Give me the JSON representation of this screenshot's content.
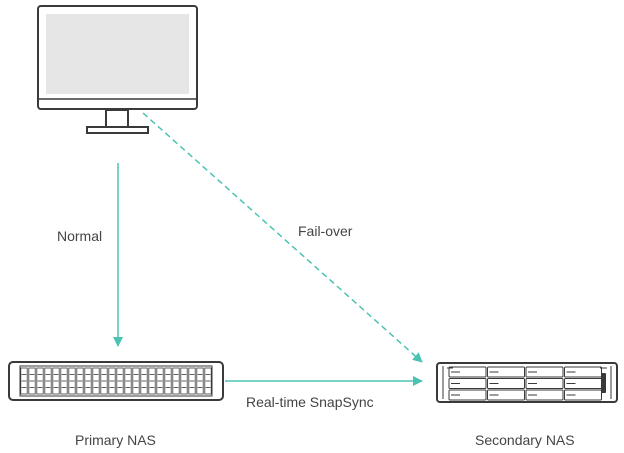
{
  "labels": {
    "normal": "Normal",
    "failover": "Fail-over",
    "snapsync": "Real-time SnapSync",
    "primary_nas": "Primary NAS",
    "secondary_nas": "Secondary NAS"
  },
  "icons": {
    "client": "desktop-monitor-icon",
    "primary": "rack-nas-primary-icon",
    "secondary": "rack-nas-secondary-icon"
  },
  "colors": {
    "arrow": "#4cc3b2",
    "device_outline": "#3a3a3a",
    "screen_fill": "#e6e6e6",
    "label_text": "#444444"
  },
  "edges": [
    {
      "from": "Client PC",
      "to": "Primary NAS",
      "label": "Normal",
      "style": "solid"
    },
    {
      "from": "Client PC",
      "to": "Secondary NAS",
      "label": "Fail-over",
      "style": "dashed"
    },
    {
      "from": "Primary NAS",
      "to": "Secondary NAS",
      "label": "Real-time SnapSync",
      "style": "solid"
    }
  ]
}
